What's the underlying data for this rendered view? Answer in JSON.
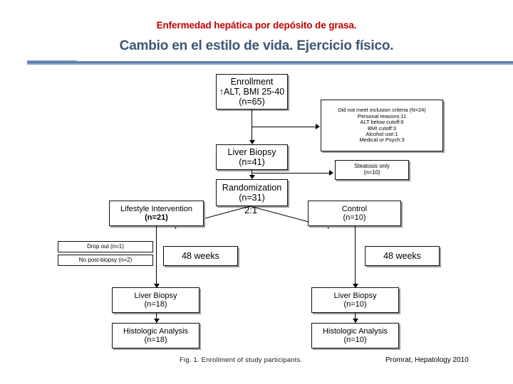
{
  "slide": {
    "title_red": "Enfermedad hepática por depósito de grasa.",
    "title_blue": "Cambio en el estilo de vida. Ejercicio físico.",
    "rule_color": "#5a7fae",
    "title_red_color": "#c00000",
    "title_blue_color": "#3c5773"
  },
  "figure": {
    "caption": "Fig. 1.  Enrollment of study participants.",
    "source": "Promrat, Hepatology 2010",
    "ratio_label": "2:1",
    "boxes": {
      "enrollment": {
        "line1": "Enrollment",
        "line2": "↑ALT, BMI 25-40",
        "line3": "(n=65)"
      },
      "excluded": {
        "line1": "Did not meet inclusion criteria (N=24)",
        "line2": "Personal reasons:11",
        "line3": "ALT below cutoff:6",
        "line4": "BMI cutoff:3",
        "line5": "Alcohol use:1",
        "line6": "Medical or Psych:3"
      },
      "liver_biopsy_1": {
        "line1": "Liver Biopsy",
        "line2": "(n=41)"
      },
      "steatosis": {
        "line1": "Steatosis only",
        "line2": "(n=10)"
      },
      "randomization": {
        "line1": "Randomization",
        "line2": "(n=31)"
      },
      "lifestyle": {
        "line1": "Lifestyle Intervention",
        "line2": "(n=21)"
      },
      "control": {
        "line1": "Control",
        "line2": "(n=10)"
      },
      "dropout": {
        "line1": "Drop out (n=1)"
      },
      "no_post_biopsy": {
        "line1": "No post-biopsy (n=2)"
      },
      "weeks_left": {
        "line1": "48 weeks"
      },
      "weeks_right": {
        "line1": "48 weeks"
      },
      "liver_biopsy_left": {
        "line1": "Liver Biopsy",
        "line2": "(n=18)"
      },
      "liver_biopsy_right": {
        "line1": "Liver Biopsy",
        "line2": "(n=10)"
      },
      "histology_left": {
        "line1": "Histologic Analysis",
        "line2": "(n=18)"
      },
      "histology_right": {
        "line1": "Histologic Analysis",
        "line2": "(n=10)"
      }
    }
  }
}
